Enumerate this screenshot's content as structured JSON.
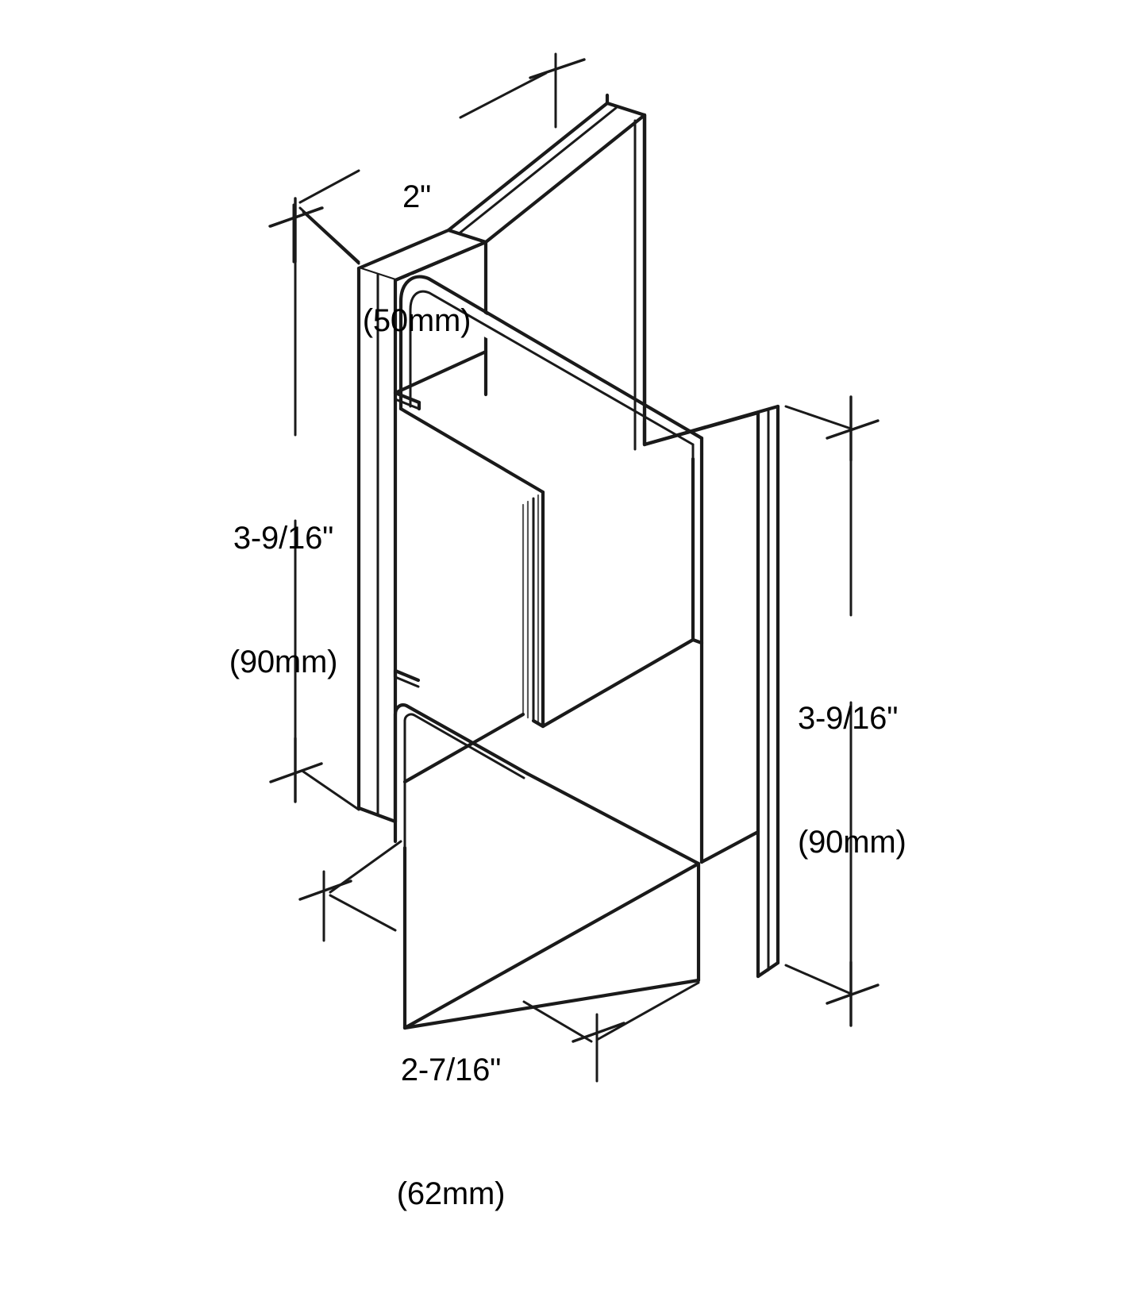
{
  "drawing": {
    "type": "isometric-technical-drawing",
    "subject": "glass-to-wall shower door hinge",
    "background_color": "#ffffff",
    "line_color": "#1a1a1a",
    "dimension_line_color": "#1a1a1a"
  },
  "dimensions": {
    "depth_top": {
      "name": "hinge-depth",
      "imperial": "2\"",
      "metric": "(50mm)",
      "position": "top-left",
      "orientation": "isometric-receding"
    },
    "height_left": {
      "name": "wall-plate-height",
      "imperial": "3-9/16\"",
      "metric": "(90mm)",
      "position": "left",
      "orientation": "vertical"
    },
    "height_right": {
      "name": "glass-plate-height",
      "imperial": "3-9/16\"",
      "metric": "(90mm)",
      "position": "right",
      "orientation": "vertical"
    },
    "width_bottom": {
      "name": "hinge-width",
      "imperial": "2-7/16\"",
      "metric": "(62mm)",
      "position": "bottom",
      "orientation": "isometric-receding"
    }
  },
  "parts": [
    {
      "name": "wall-mount-plate",
      "description": "rear vertical wall plate with notch"
    },
    {
      "name": "glass-clamp-body",
      "description": "front clamp body with rounded top and bottom corners"
    },
    {
      "name": "hinge-barrel",
      "description": "vertical hinge pin barrel between plates"
    },
    {
      "name": "glass-panel",
      "description": "glass panel slab extending back-right"
    }
  ]
}
